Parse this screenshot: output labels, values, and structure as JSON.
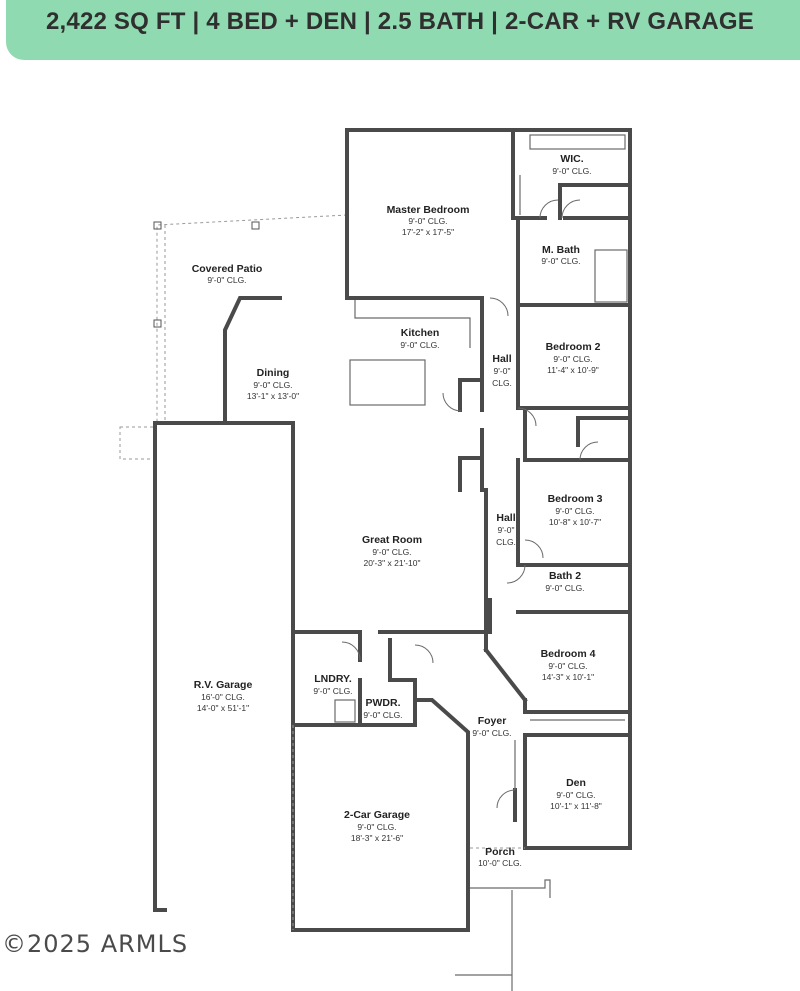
{
  "header": {
    "summary": "2,422 SQ FT | 4 BED + DEN | 2.5 BATH | 2-CAR + RV GARAGE"
  },
  "colors": {
    "banner": "#8fdab0",
    "wall": "#4a4a4a"
  },
  "rooms": [
    {
      "name": "WIC.",
      "ceiling": "9'-0\" CLG.",
      "size": ""
    },
    {
      "name": "Master Bedroom",
      "ceiling": "9'-0\" CLG.",
      "size": "17'-2\" x 17'-5\""
    },
    {
      "name": "Covered Patio",
      "ceiling": "9'-0\" CLG.",
      "size": ""
    },
    {
      "name": "M. Bath",
      "ceiling": "9'-0\" CLG.",
      "size": ""
    },
    {
      "name": "Kitchen",
      "ceiling": "9'-0\" CLG.",
      "size": ""
    },
    {
      "name": "Bedroom 2",
      "ceiling": "9'-0\" CLG.",
      "size": "11'-4\" x 10'-9\""
    },
    {
      "name": "Hall",
      "ceiling": "9'-0\"",
      "size": "CLG."
    },
    {
      "name": "Dining",
      "ceiling": "9'-0\" CLG.",
      "size": "13'-1\" x 13'-0\""
    },
    {
      "name": "Bedroom 3",
      "ceiling": "9'-0\" CLG.",
      "size": "10'-8\" x 10'-7\""
    },
    {
      "name": "Hall",
      "ceiling": "9'-0\"",
      "size": "CLG."
    },
    {
      "name": "Great Room",
      "ceiling": "9'-0\" CLG.",
      "size": "20'-3\" x 21'-10\""
    },
    {
      "name": "Bath 2",
      "ceiling": "9'-0\" CLG.",
      "size": ""
    },
    {
      "name": "Bedroom 4",
      "ceiling": "9'-0\" CLG.",
      "size": "14'-3\" x 10'-1\""
    },
    {
      "name": "R.V. Garage",
      "ceiling": "16'-0\" CLG.",
      "size": "14'-0\" x 51'-1\""
    },
    {
      "name": "LNDRY.",
      "ceiling": "9'-0\" CLG.",
      "size": ""
    },
    {
      "name": "PWDR.",
      "ceiling": "9'-0\" CLG.",
      "size": ""
    },
    {
      "name": "Foyer",
      "ceiling": "9'-0\" CLG.",
      "size": ""
    },
    {
      "name": "Den",
      "ceiling": "9'-0\" CLG.",
      "size": "10'-1\" x 11'-8\""
    },
    {
      "name": "2-Car Garage",
      "ceiling": "9'-0\" CLG.",
      "size": "18'-3\" x 21'-6\""
    },
    {
      "name": "Porch",
      "ceiling": "10'-0\" CLG.",
      "size": ""
    }
  ],
  "watermark": "©2025 ARMLS"
}
